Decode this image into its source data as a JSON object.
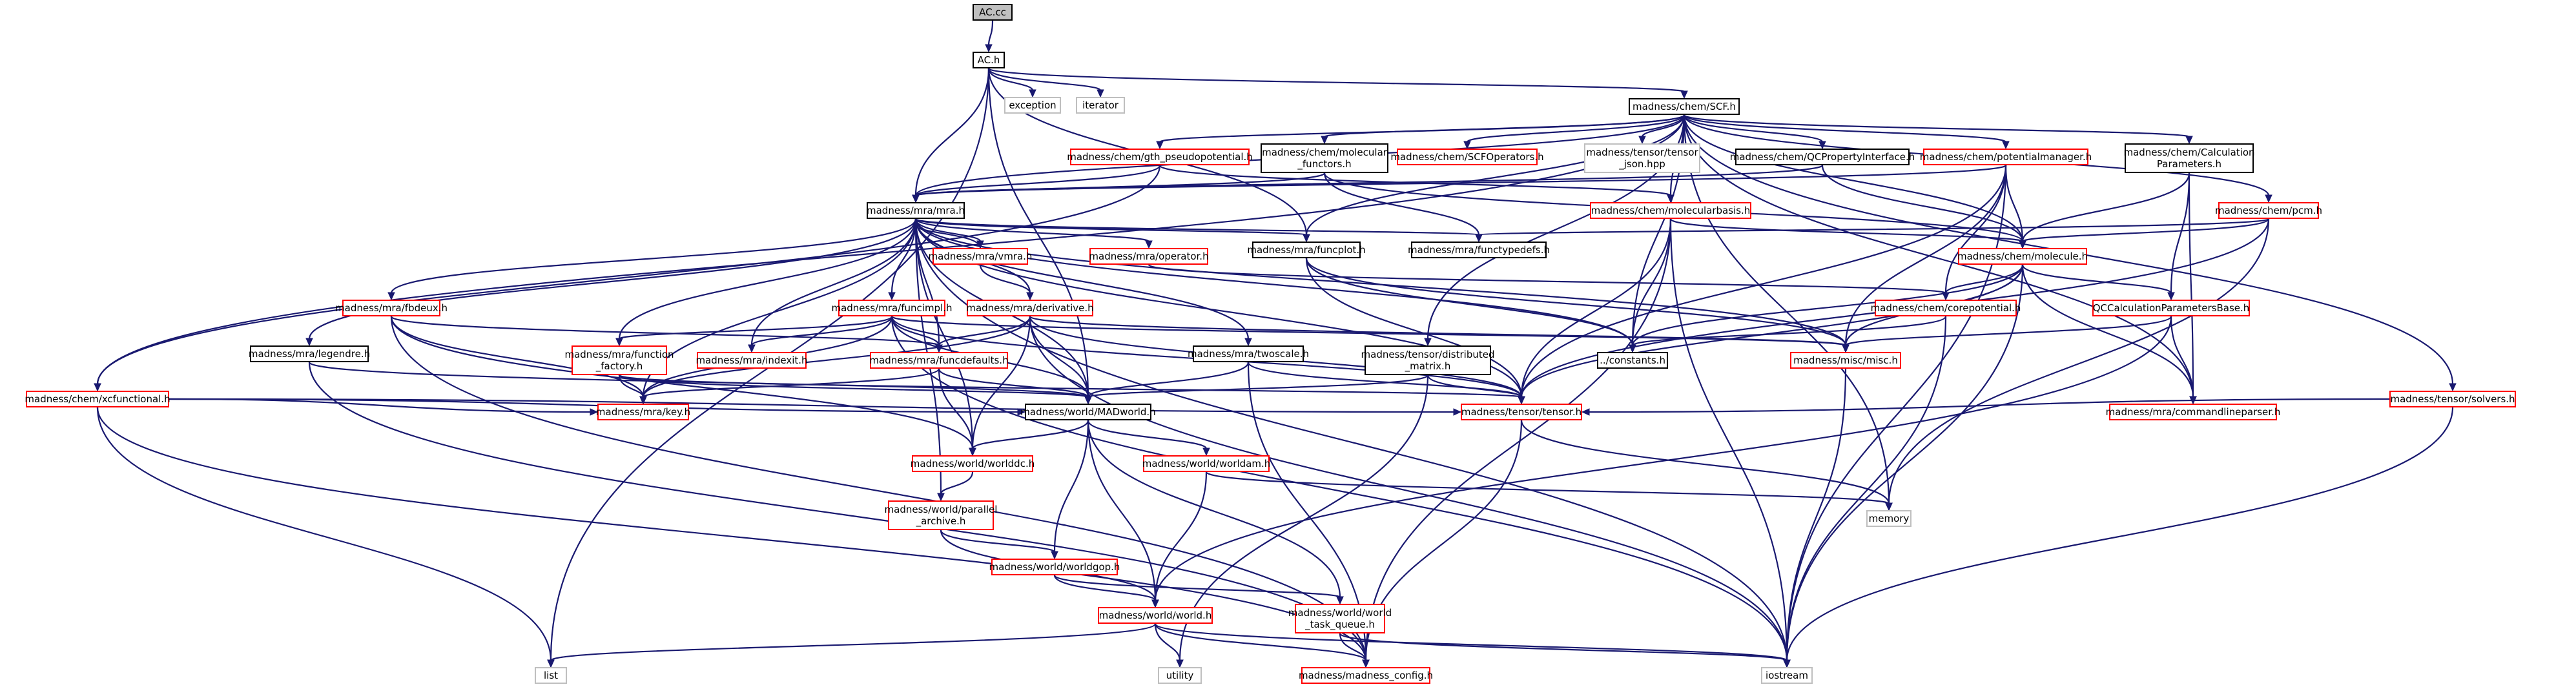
{
  "graph": {
    "edge_color": "#191970",
    "root_fill": "#bfbfbf",
    "border_colors": {
      "red": "#ff0000",
      "black": "#000000",
      "grey": "#bfbfbf"
    },
    "nodes": [
      {
        "id": "acc",
        "label": "AC.cc",
        "style": "root"
      },
      {
        "id": "ach",
        "label": "AC.h",
        "style": "black"
      },
      {
        "id": "exception",
        "label": "exception",
        "style": "grey"
      },
      {
        "id": "iterator",
        "label": "iterator",
        "style": "grey"
      },
      {
        "id": "scf",
        "label": "madness/chem/SCF.h",
        "style": "black"
      },
      {
        "id": "gth",
        "label": "madness/chem/gth_pseudopotential.h",
        "style": "red"
      },
      {
        "id": "molfun",
        "label": "madness/chem/molecular\n_functors.h",
        "style": "black"
      },
      {
        "id": "scfops",
        "label": "madness/chem/SCFOperators.h",
        "style": "red"
      },
      {
        "id": "tensorjson",
        "label": "madness/tensor/tensor\n_json.hpp",
        "style": "grey"
      },
      {
        "id": "qcprop",
        "label": "madness/chem/QCPropertyInterface.h",
        "style": "black"
      },
      {
        "id": "potman",
        "label": "madness/chem/potentialmanager.h",
        "style": "red"
      },
      {
        "id": "calcparams",
        "label": "madness/chem/Calculation\nParameters.h",
        "style": "black"
      },
      {
        "id": "pcm",
        "label": "madness/chem/pcm.h",
        "style": "red"
      },
      {
        "id": "solvers",
        "label": "madness/tensor/solvers.h",
        "style": "red"
      },
      {
        "id": "xcfun",
        "label": "madness/chem/xcfunctional.h",
        "style": "red"
      },
      {
        "id": "mrah",
        "label": "madness/mra/mra.h",
        "style": "black"
      },
      {
        "id": "molbasis",
        "label": "madness/chem/molecularbasis.h",
        "style": "red"
      },
      {
        "id": "functypedefs",
        "label": "madness/mra/functypedefs.h",
        "style": "black"
      },
      {
        "id": "molecule",
        "label": "madness/chem/molecule.h",
        "style": "red"
      },
      {
        "id": "vmra",
        "label": "madness/mra/vmra.h",
        "style": "red"
      },
      {
        "id": "operator",
        "label": "madness/mra/operator.h",
        "style": "red"
      },
      {
        "id": "funcplot",
        "label": "madness/mra/funcplot.h",
        "style": "black"
      },
      {
        "id": "fbdeux",
        "label": "madness/mra/fbdeux.h",
        "style": "red"
      },
      {
        "id": "funcimpl",
        "label": "madness/mra/funcimpl.h",
        "style": "red"
      },
      {
        "id": "derivative",
        "label": "madness/mra/derivative.h",
        "style": "red"
      },
      {
        "id": "corepot",
        "label": "madness/chem/corepotential.h",
        "style": "red"
      },
      {
        "id": "qccpb",
        "label": "QCCalculationParametersBase.h",
        "style": "red"
      },
      {
        "id": "legendre",
        "label": "madness/mra/legendre.h",
        "style": "black"
      },
      {
        "id": "funcfactory",
        "label": "madness/mra/function\n_factory.h",
        "style": "red"
      },
      {
        "id": "indexit",
        "label": "madness/mra/indexit.h",
        "style": "red"
      },
      {
        "id": "funcdefaults",
        "label": "madness/mra/funcdefaults.h",
        "style": "red"
      },
      {
        "id": "twoscale",
        "label": "madness/mra/twoscale.h",
        "style": "black"
      },
      {
        "id": "distmatrix",
        "label": "madness/tensor/distributed\n_matrix.h",
        "style": "black"
      },
      {
        "id": "constants",
        "label": "../constants.h",
        "style": "black"
      },
      {
        "id": "misc",
        "label": "madness/misc/misc.h",
        "style": "red"
      },
      {
        "id": "cmdparser",
        "label": "madness/mra/commandlineparser.h",
        "style": "red"
      },
      {
        "id": "key",
        "label": "madness/mra/key.h",
        "style": "red"
      },
      {
        "id": "madworld",
        "label": "madness/world/MADworld.h",
        "style": "black"
      },
      {
        "id": "tensor",
        "label": "madness/tensor/tensor.h",
        "style": "red"
      },
      {
        "id": "worlddc",
        "label": "madness/world/worlddc.h",
        "style": "red"
      },
      {
        "id": "worldam",
        "label": "madness/world/worldam.h",
        "style": "red"
      },
      {
        "id": "memory",
        "label": "memory",
        "style": "grey"
      },
      {
        "id": "parchive",
        "label": "madness/world/parallel\n_archive.h",
        "style": "red"
      },
      {
        "id": "worldgop",
        "label": "madness/world/worldgop.h",
        "style": "red"
      },
      {
        "id": "worldh",
        "label": "madness/world/world.h",
        "style": "red"
      },
      {
        "id": "taskqueue",
        "label": "madness/world/world\n_task_queue.h",
        "style": "red"
      },
      {
        "id": "list",
        "label": "list",
        "style": "grey"
      },
      {
        "id": "utility",
        "label": "utility",
        "style": "grey"
      },
      {
        "id": "madconfig",
        "label": "madness/madness_config.h",
        "style": "red"
      },
      {
        "id": "iostream",
        "label": "iostream",
        "style": "grey"
      }
    ],
    "edges": [
      [
        "acc",
        "ach"
      ],
      [
        "ach",
        "exception"
      ],
      [
        "ach",
        "iterator"
      ],
      [
        "ach",
        "scf"
      ],
      [
        "ach",
        "mrah"
      ],
      [
        "ach",
        "list"
      ],
      [
        "ach",
        "madworld"
      ],
      [
        "ach",
        "funcplot"
      ],
      [
        "scf",
        "gth"
      ],
      [
        "scf",
        "molfun"
      ],
      [
        "scf",
        "scfops"
      ],
      [
        "scf",
        "tensorjson"
      ],
      [
        "scf",
        "qcprop"
      ],
      [
        "scf",
        "potman"
      ],
      [
        "scf",
        "calcparams"
      ],
      [
        "scf",
        "pcm"
      ],
      [
        "scf",
        "solvers"
      ],
      [
        "scf",
        "xcfun"
      ],
      [
        "scf",
        "mrah"
      ],
      [
        "scf",
        "molecule"
      ],
      [
        "scf",
        "molbasis"
      ],
      [
        "scf",
        "funcplot"
      ],
      [
        "scf",
        "distmatrix"
      ],
      [
        "scf",
        "cmdparser"
      ],
      [
        "scf",
        "memory"
      ],
      [
        "scf",
        "constants"
      ],
      [
        "gth",
        "mrah"
      ],
      [
        "gth",
        "xcfun"
      ],
      [
        "gth",
        "molbasis"
      ],
      [
        "molfun",
        "mrah"
      ],
      [
        "molfun",
        "functypedefs"
      ],
      [
        "molfun",
        "molecule"
      ],
      [
        "qcprop",
        "mrah"
      ],
      [
        "qcprop",
        "molecule"
      ],
      [
        "potman",
        "mrah"
      ],
      [
        "potman",
        "molecule"
      ],
      [
        "potman",
        "corepot"
      ],
      [
        "potman",
        "misc"
      ],
      [
        "potman",
        "tensor"
      ],
      [
        "potman",
        "iostream"
      ],
      [
        "calcparams",
        "molecule"
      ],
      [
        "calcparams",
        "qccpb"
      ],
      [
        "calcparams",
        "cmdparser"
      ],
      [
        "pcm",
        "molecule"
      ],
      [
        "pcm",
        "functypedefs"
      ],
      [
        "pcm",
        "tensor"
      ],
      [
        "pcm",
        "memory"
      ],
      [
        "solvers",
        "tensor"
      ],
      [
        "solvers",
        "iostream"
      ],
      [
        "xcfun",
        "madworld"
      ],
      [
        "xcfun",
        "key"
      ],
      [
        "xcfun",
        "list"
      ],
      [
        "xcfun",
        "madconfig"
      ],
      [
        "xcfun",
        "tensor"
      ],
      [
        "mrah",
        "vmra"
      ],
      [
        "mrah",
        "operator"
      ],
      [
        "mrah",
        "funcplot"
      ],
      [
        "mrah",
        "fbdeux"
      ],
      [
        "mrah",
        "funcimpl"
      ],
      [
        "mrah",
        "derivative"
      ],
      [
        "mrah",
        "legendre"
      ],
      [
        "mrah",
        "funcfactory"
      ],
      [
        "mrah",
        "indexit"
      ],
      [
        "mrah",
        "funcdefaults"
      ],
      [
        "mrah",
        "twoscale"
      ],
      [
        "mrah",
        "key"
      ],
      [
        "mrah",
        "madworld"
      ],
      [
        "mrah",
        "worlddc"
      ],
      [
        "mrah",
        "parchive"
      ],
      [
        "mrah",
        "tensor"
      ],
      [
        "mrah",
        "misc"
      ],
      [
        "mrah",
        "constants"
      ],
      [
        "mrah",
        "iostream"
      ],
      [
        "mrah",
        "functypedefs"
      ],
      [
        "molbasis",
        "molecule"
      ],
      [
        "molbasis",
        "tensor"
      ],
      [
        "molbasis",
        "constants"
      ],
      [
        "molbasis",
        "iostream"
      ],
      [
        "molbasis",
        "madconfig"
      ],
      [
        "molecule",
        "corepot"
      ],
      [
        "molecule",
        "qccpb"
      ],
      [
        "molecule",
        "cmdparser"
      ],
      [
        "molecule",
        "misc"
      ],
      [
        "molecule",
        "tensor"
      ],
      [
        "molecule",
        "iostream"
      ],
      [
        "molecule",
        "constants"
      ],
      [
        "vmra",
        "mrah"
      ],
      [
        "vmra",
        "derivative"
      ],
      [
        "operator",
        "corepot"
      ],
      [
        "funcplot",
        "constants"
      ],
      [
        "funcplot",
        "tensor"
      ],
      [
        "funcplot",
        "misc"
      ],
      [
        "fbdeux",
        "funcdefaults"
      ],
      [
        "fbdeux",
        "key"
      ],
      [
        "fbdeux",
        "worlddc"
      ],
      [
        "fbdeux",
        "madconfig"
      ],
      [
        "funcimpl",
        "funcfactory"
      ],
      [
        "funcimpl",
        "indexit"
      ],
      [
        "funcimpl",
        "funcdefaults"
      ],
      [
        "funcimpl",
        "key"
      ],
      [
        "funcimpl",
        "madworld"
      ],
      [
        "funcimpl",
        "tensor"
      ],
      [
        "funcimpl",
        "misc"
      ],
      [
        "funcimpl",
        "iostream"
      ],
      [
        "derivative",
        "funcdefaults"
      ],
      [
        "derivative",
        "key"
      ],
      [
        "derivative",
        "madworld"
      ],
      [
        "derivative",
        "tensor"
      ],
      [
        "derivative",
        "misc"
      ],
      [
        "derivative",
        "worlddc"
      ],
      [
        "derivative",
        "iostream"
      ],
      [
        "corepot",
        "constants"
      ],
      [
        "corepot",
        "iostream"
      ],
      [
        "qccpb",
        "misc"
      ],
      [
        "qccpb",
        "cmdparser"
      ],
      [
        "qccpb",
        "worldh"
      ],
      [
        "legendre",
        "madworld"
      ],
      [
        "legendre",
        "madconfig"
      ],
      [
        "funcfactory",
        "key"
      ],
      [
        "funcfactory",
        "madworld"
      ],
      [
        "funcfactory",
        "tensor"
      ],
      [
        "funcdefaults",
        "madworld"
      ],
      [
        "funcdefaults",
        "key"
      ],
      [
        "funcdefaults",
        "worlddc"
      ],
      [
        "twoscale",
        "madworld"
      ],
      [
        "twoscale",
        "tensor"
      ],
      [
        "twoscale",
        "madconfig"
      ],
      [
        "distmatrix",
        "madworld"
      ],
      [
        "distmatrix",
        "tensor"
      ],
      [
        "distmatrix",
        "utility"
      ],
      [
        "misc",
        "iostream"
      ],
      [
        "madworld",
        "worlddc"
      ],
      [
        "madworld",
        "worldam"
      ],
      [
        "madworld",
        "worldgop"
      ],
      [
        "madworld",
        "worldh"
      ],
      [
        "madworld",
        "taskqueue"
      ],
      [
        "tensor",
        "memory"
      ],
      [
        "tensor",
        "madconfig"
      ],
      [
        "worlddc",
        "parchive"
      ],
      [
        "worldam",
        "worldh"
      ],
      [
        "worldam",
        "memory"
      ],
      [
        "parchive",
        "worldgop"
      ],
      [
        "parchive",
        "worldh"
      ],
      [
        "worldgop",
        "worldh"
      ],
      [
        "worldgop",
        "taskqueue"
      ],
      [
        "worldh",
        "list"
      ],
      [
        "worldh",
        "utility"
      ],
      [
        "worldh",
        "madconfig"
      ],
      [
        "worldh",
        "iostream"
      ],
      [
        "taskqueue",
        "madconfig"
      ],
      [
        "taskqueue",
        "iostream"
      ]
    ]
  }
}
